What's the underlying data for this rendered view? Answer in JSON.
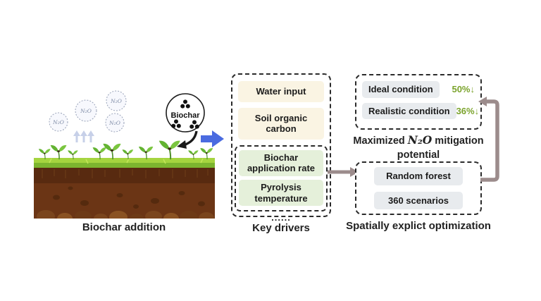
{
  "colors": {
    "accent_blue": "#4a6be0",
    "arrow_taupe": "#9c8c8c",
    "pill_cream": "#faf4e3",
    "pill_green": "#e5f0da",
    "pill_gray": "#e8ebee",
    "green_text": "#7ba32c"
  },
  "left_panel": {
    "gas_label": "N₂O",
    "biochar_label": "Biochar",
    "caption": "Biochar addition"
  },
  "key_drivers": {
    "caption": "Key drivers",
    "drivers": [
      "Water input",
      "Soil organic carbon"
    ],
    "highlighted_drivers": [
      "Biochar application rate",
      "Pyrolysis temperature"
    ],
    "more_indicator": "......"
  },
  "mitigation_panel": {
    "rows": [
      {
        "label": "Ideal condition",
        "value": "50%↓"
      },
      {
        "label": "Realistic condition",
        "value": "36%↓"
      }
    ],
    "caption_prefix": "Maximized",
    "caption_formula": "N₂O",
    "caption_suffix": "mitigation potential"
  },
  "optimization_panel": {
    "items": [
      "Random forest",
      "360 scenarios"
    ],
    "caption": "Spatially explict optimization"
  }
}
